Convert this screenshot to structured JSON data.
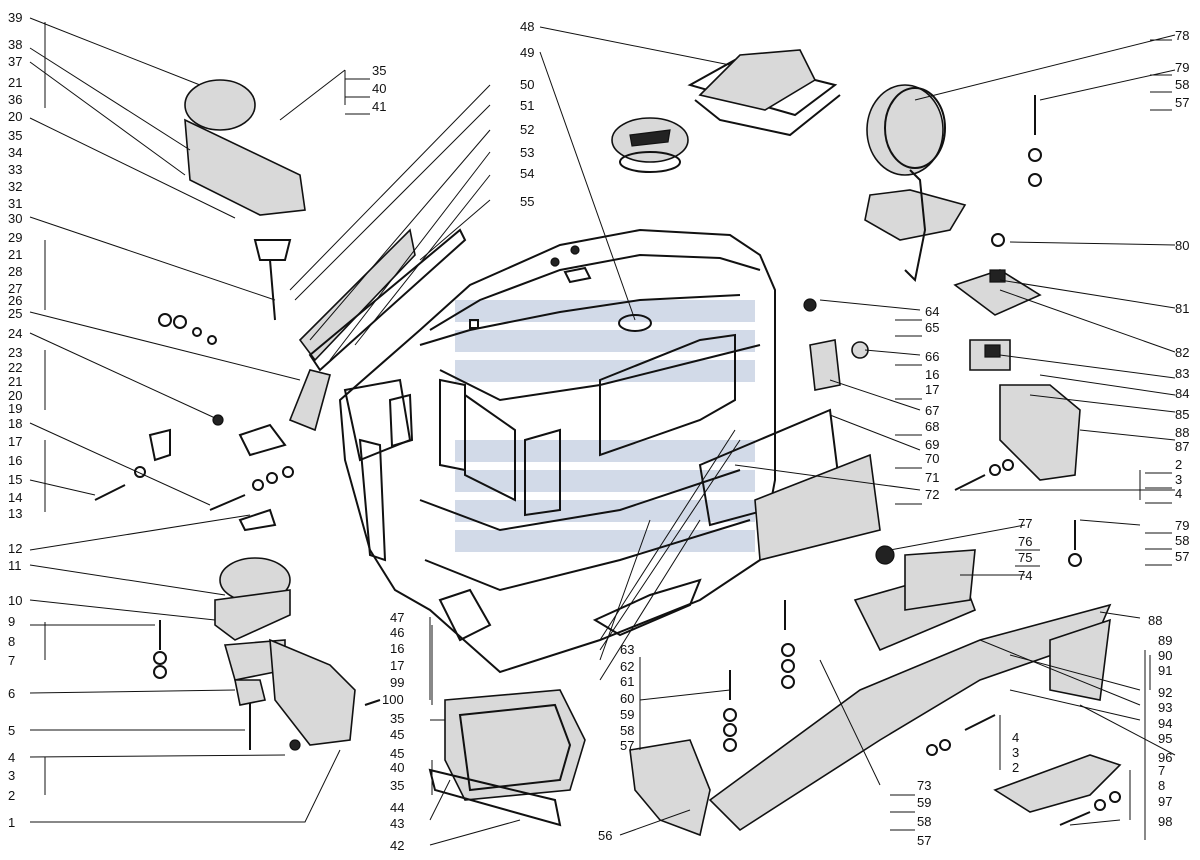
{
  "diagram": {
    "left_labels": [
      "39",
      "38",
      "37",
      "21",
      "36",
      "20",
      "35",
      "34",
      "33",
      "32",
      "31",
      "30",
      "29",
      "21",
      "28",
      "27",
      "26",
      "25",
      "24",
      "23",
      "22",
      "21",
      "20",
      "19",
      "18",
      "17",
      "16",
      "15",
      "14",
      "13",
      "12",
      "11",
      "10",
      "9",
      "8",
      "7",
      "6",
      "5",
      "4",
      "3",
      "2",
      "1"
    ],
    "top_labels": [
      "48",
      "49",
      "50",
      "51",
      "52",
      "53",
      "54",
      "55"
    ],
    "right_labels": [
      "78",
      "79",
      "58",
      "57",
      "35",
      "40",
      "41",
      "80",
      "81",
      "82",
      "83",
      "84",
      "85",
      "88",
      "87",
      "2",
      "3",
      "4",
      "64",
      "65",
      "66",
      "16",
      "17",
      "67",
      "68",
      "69",
      "70",
      "71",
      "72",
      "77",
      "76",
      "75",
      "74",
      "79",
      "58",
      "57",
      "88",
      "89",
      "90",
      "91",
      "92",
      "93",
      "94",
      "95",
      "96",
      "7",
      "8",
      "97",
      "98"
    ],
    "bottom_labels": [
      "47",
      "46",
      "16",
      "17",
      "99",
      "100",
      "35",
      "45",
      "45",
      "40",
      "35",
      "44",
      "43",
      "42",
      "56",
      "60",
      "59",
      "58",
      "57",
      "63",
      "62",
      "61",
      "73",
      "59",
      "58",
      "57",
      "4",
      "3",
      "2"
    ]
  }
}
